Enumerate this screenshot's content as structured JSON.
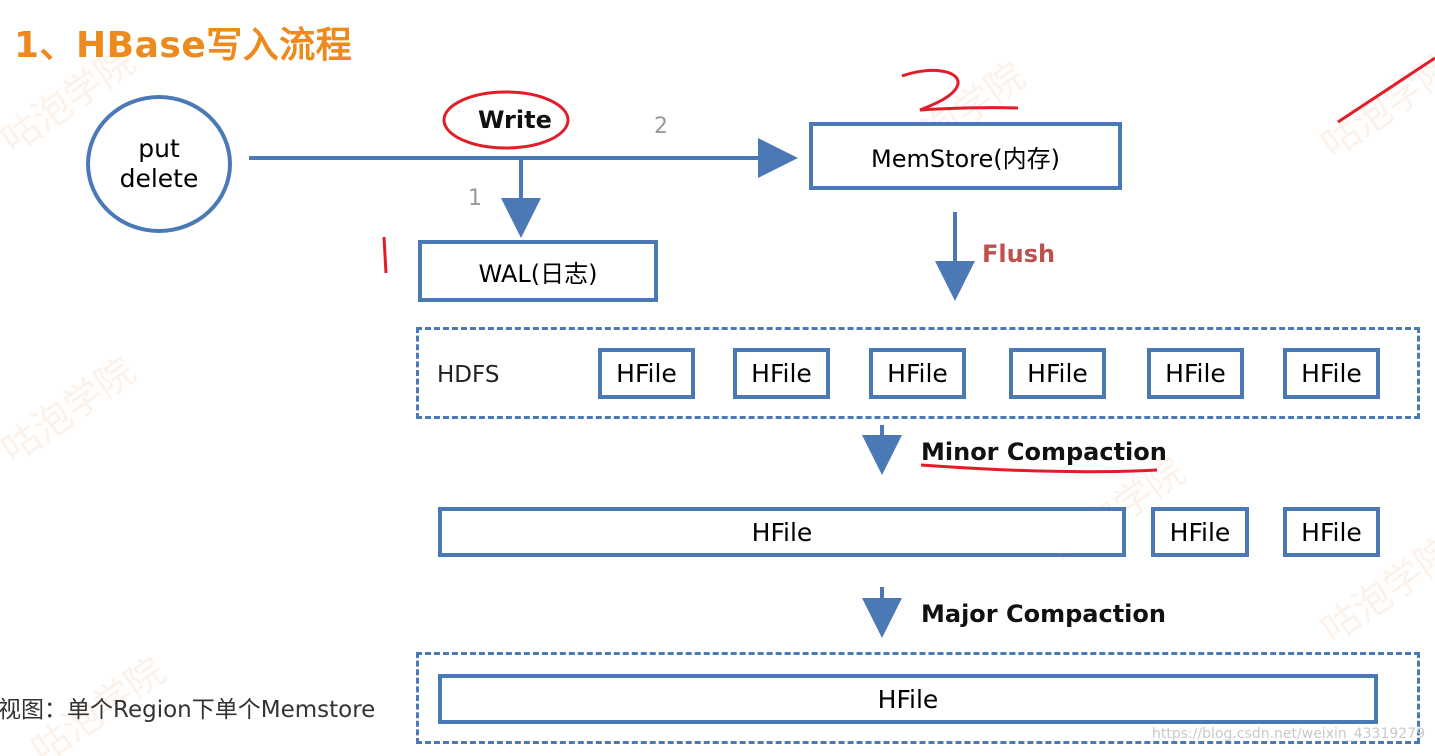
{
  "title": "1、HBase写入流程",
  "client": {
    "line1": "put",
    "line2": "delete"
  },
  "labels": {
    "write": "Write",
    "step1": "1",
    "step2": "2",
    "flush": "Flush",
    "minor": "Minor Compaction",
    "major": "Major Compaction",
    "hdfs": "HDFS"
  },
  "boxes": {
    "memstore": "MemStore(内存)",
    "wal": "WAL(日志)"
  },
  "hdfs_files": [
    "HFile",
    "HFile",
    "HFile",
    "HFile",
    "HFile",
    "HFile"
  ],
  "minor_files": [
    "HFile",
    "HFile",
    "HFile"
  ],
  "major_file": "HFile",
  "caption": "视图：单个Region下单个Memstore",
  "watermark": "咕泡学院",
  "url": "https://blog.csdn.net/weixin_43319279",
  "colors": {
    "title": "#ec8a1d",
    "box_border": "#4a79b6",
    "flush": "#c0504d",
    "ink": "#e11d2a"
  }
}
